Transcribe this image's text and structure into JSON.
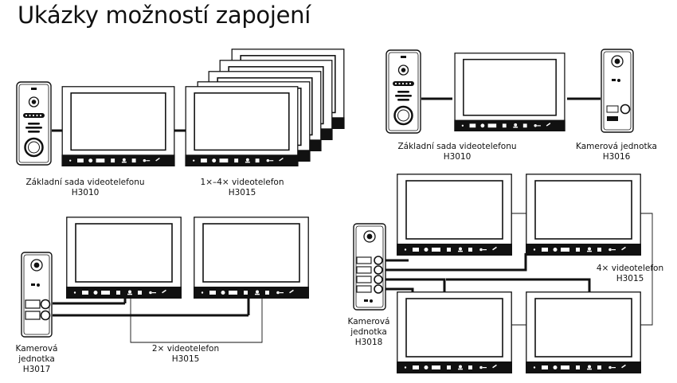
{
  "title": "Ukázky možností zapojení",
  "captions": {
    "d1_kit": {
      "line1": "Základní sada videotelefonu",
      "line2": "H3010"
    },
    "d1_monitors": {
      "line1": "1×–4× videotelefon",
      "line2": "H3015"
    },
    "d2_kit": {
      "line1": "Základní sada videotelefonu",
      "line2": "H3010"
    },
    "d2_camera": {
      "line1": "Kamerová jednotka",
      "line2": "H3016"
    },
    "d3_camera": {
      "line1": "Kamerová",
      "line2": "jednotka",
      "line3": "H3017"
    },
    "d3_monitors": {
      "line1": "2× videotelefon",
      "line2": "H3015"
    },
    "d4_camera": {
      "line1": "Kamerová",
      "line2": "jednotka",
      "line3": "H3018"
    },
    "d4_monitors": {
      "line1": "4× videotelefon",
      "line2": "H3015"
    }
  },
  "colors": {
    "ink": "#111111",
    "screen_frame": "#ffffff",
    "background": "#ffffff"
  }
}
